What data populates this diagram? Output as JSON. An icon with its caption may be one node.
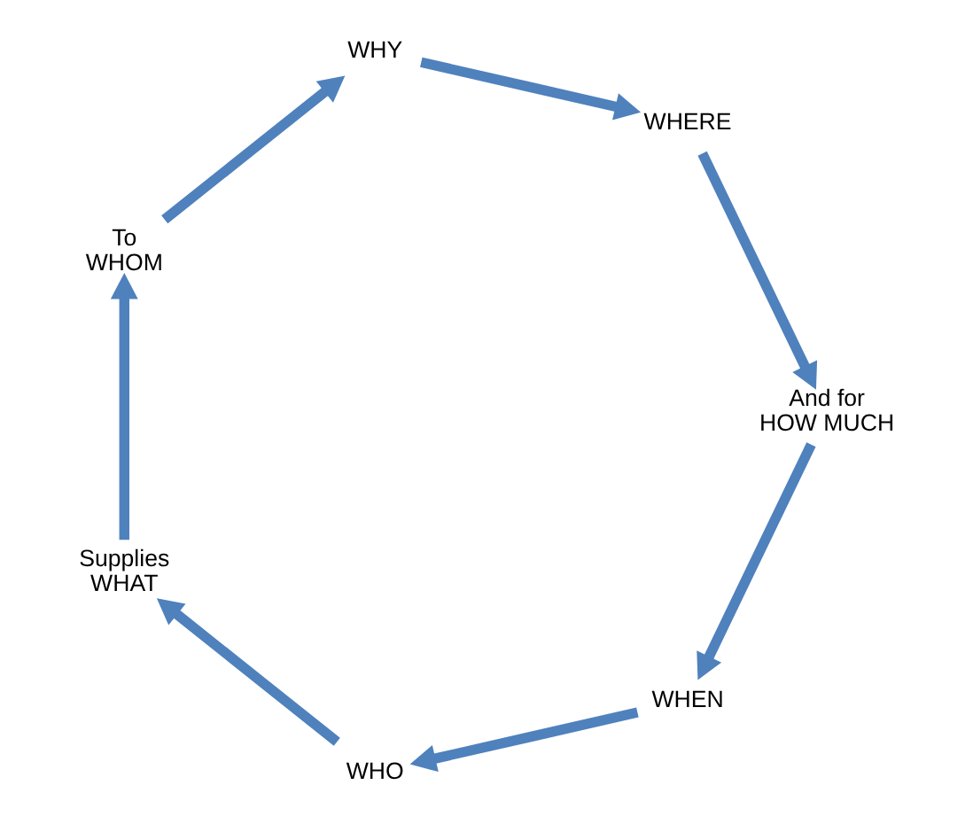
{
  "diagram": {
    "nodes": [
      {
        "text": [
          "WHEN"
        ]
      },
      {
        "text": [
          "WHO"
        ]
      },
      {
        "text": [
          "Supplies WHAT"
        ]
      },
      {
        "text": [
          "To WHOM"
        ]
      },
      {
        "text": [
          "WHY"
        ]
      },
      {
        "text": [
          "WHERE"
        ]
      },
      {
        "text": [
          "And for HOW MUCH"
        ]
      }
    ],
    "edges": [
      {
        "from": 0,
        "to": 1,
        "arrow": "to"
      },
      {
        "from": 1,
        "to": 2,
        "arrow": "to"
      },
      {
        "from": 2,
        "to": 3,
        "arrow": "to"
      },
      {
        "from": 3,
        "to": 4,
        "arrow": "to"
      },
      {
        "from": 4,
        "to": 5,
        "arrow": "to"
      },
      {
        "from": 5,
        "to": 6,
        "arrow": "to"
      },
      {
        "from": 6,
        "to": 0,
        "arrow": "to"
      }
    ]
  }
}
